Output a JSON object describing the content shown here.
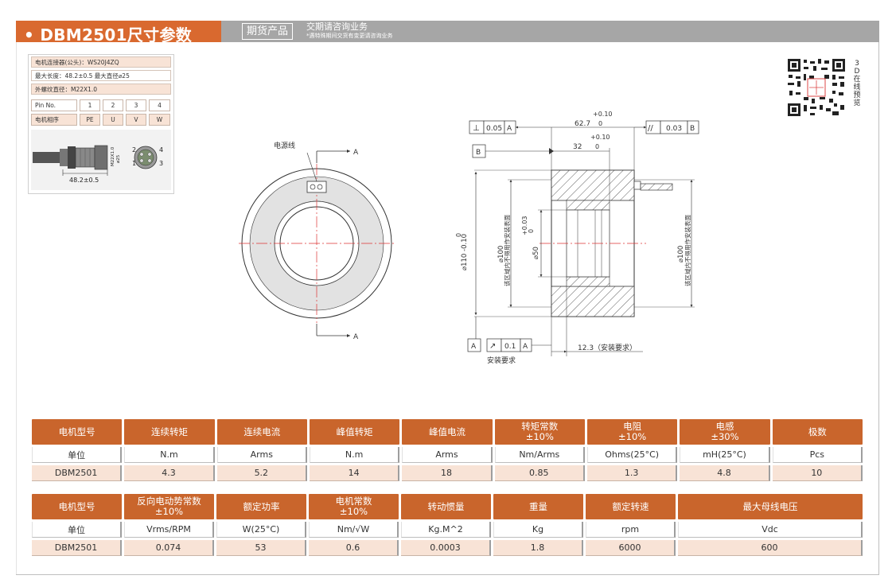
{
  "header": {
    "title": "• DBM2501尺寸参数",
    "badge": "期货产品",
    "note": "交期请咨询业务",
    "note_sub": "*遇特殊期间交货有变更请咨询业务"
  },
  "connector": {
    "rows": [
      "电机连接器(公头)：WS20J4ZQ",
      "最大长度：48.2±0.5   最大直径⌀25",
      "外螺纹直径：M22X1.0"
    ],
    "pin_header": [
      "Pin No.",
      "1",
      "2",
      "3",
      "4"
    ],
    "phase_header": [
      "电机相序",
      "PE",
      "U",
      "V",
      "W"
    ],
    "diagram_dim": "48.2±0.5",
    "diagram_side_dims": [
      "M22X1.0",
      "⌀25"
    ],
    "pin_labels": [
      "2",
      "1",
      "4",
      "3"
    ]
  },
  "qr": {
    "label": "3D在线预览"
  },
  "drawing": {
    "front_view": {
      "power_line_label": "电源线",
      "section_labels": [
        "A",
        "A"
      ]
    },
    "side_view": {
      "datum_top_left": [
        "⊥",
        "0.05",
        "A"
      ],
      "datum_top_right": [
        "//",
        "0.03",
        "B"
      ],
      "datum_b": "B",
      "dim_627": "62.7",
      "dim_627_tol_upper": "+0.10",
      "dim_627_tol_lower": "0",
      "dim_32": "32",
      "dim_32_tol_upper": "+0.10",
      "dim_32_tol_lower": "0",
      "dia_110": "⌀110 -0.10",
      "dia_110_upper": "0",
      "dia_100_left": "⌀100",
      "dia_100_left_note": "该区域内不得用作安装表面",
      "dia_50": "⌀50",
      "dia_50_tol_upper": "+0.03",
      "dia_50_tol_lower": "0",
      "dia_100_right": "⌀100",
      "dia_100_right_note": "该区域内不得用作安装表面",
      "datum_a": "A",
      "runout": [
        "↗",
        "0.1",
        "A"
      ],
      "runout_note": "安装要求",
      "dim_123": "12.3（安装要求）"
    }
  },
  "table1": {
    "headers": [
      "电机型号",
      "连续转矩",
      "连续电流",
      "峰值转矩",
      "峰值电流",
      [
        "转矩常数",
        "±10%"
      ],
      [
        "电阻",
        "±10%"
      ],
      [
        "电感",
        "±30%"
      ],
      "极数"
    ],
    "units": [
      "单位",
      "N.m",
      "Arms",
      "N.m",
      "Arms",
      "Nm/Arms",
      "Ohms(25°C)",
      "mH(25°C)",
      "Pcs"
    ],
    "values": [
      "DBM2501",
      "4.3",
      "5.2",
      "14",
      "18",
      "0.85",
      "1.3",
      "4.8",
      "10"
    ]
  },
  "table2": {
    "headers": [
      "电机型号",
      [
        "反向电动势常数",
        "±10%"
      ],
      "额定功率",
      [
        "电机常数",
        "±10%"
      ],
      "转动惯量",
      "重量",
      "额定转速",
      "最大母线电压"
    ],
    "units": [
      "单位",
      "Vrms/RPM",
      "W(25°C)",
      "Nm/√W",
      "Kg.M^2",
      "Kg",
      "rpm",
      "Vdc"
    ],
    "values": [
      "DBM2501",
      "0.074",
      "53",
      "0.6",
      "0.0003",
      "1.8",
      "6000",
      "600"
    ]
  },
  "colors": {
    "accent": "#d9692f",
    "header_gray": "#a6a6a6",
    "cell_peach": "#f8e3d6",
    "table_header": "#c9652c"
  }
}
